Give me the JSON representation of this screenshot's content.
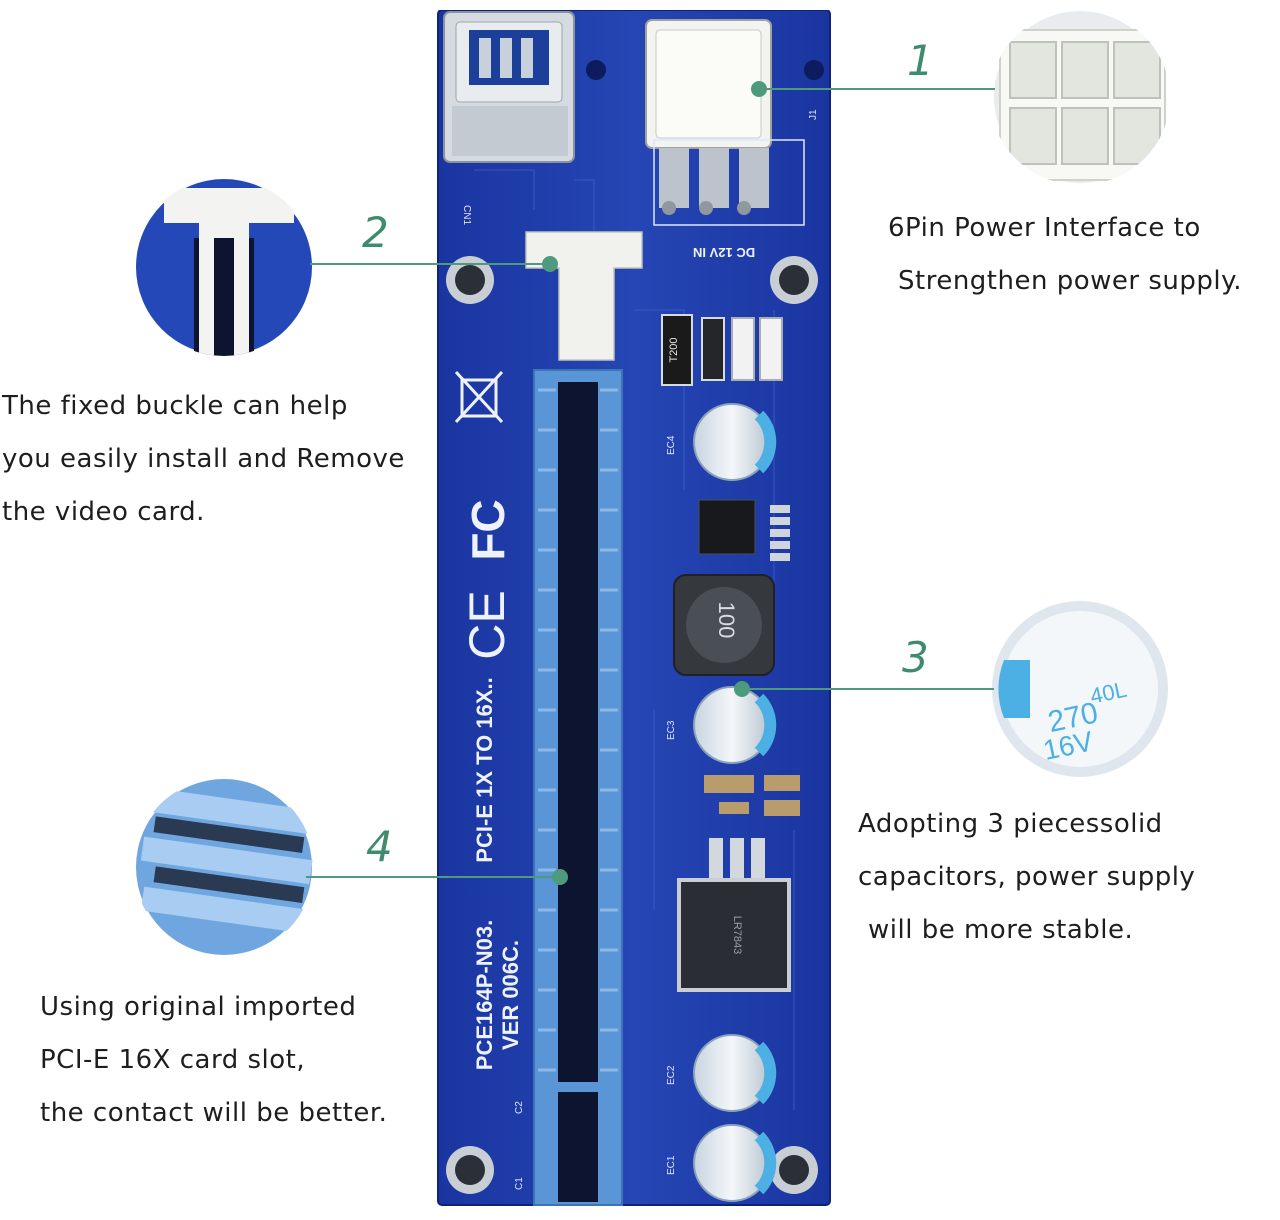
{
  "callouts": {
    "c1": {
      "number": "1",
      "lines": [
        "6Pin Power Interface to",
        "Strengthen power supply."
      ]
    },
    "c2": {
      "number": "2",
      "lines": [
        "The fixed buckle can help",
        "you easily install and Remove",
        "the video card."
      ]
    },
    "c3": {
      "number": "3",
      "lines": [
        "Adopting 3 piecessolid",
        "capacitors, power supply",
        "will be more stable."
      ]
    },
    "c4": {
      "number": "4",
      "lines": [
        "Using original imported",
        "PCI-E 16X card slot,",
        "the contact will be better."
      ]
    }
  },
  "board": {
    "model_text": "PCE164P-N03.",
    "version_text": "VER 006C.",
    "type_text": "PCI-E 1X TO 16X..",
    "power_label": "DC 12V IN",
    "usb_label": "CN1",
    "j1_label": "J1",
    "inductor_value": "100",
    "fuse_value": "T200",
    "mosfet_label": "LR7843",
    "slot_label_c1": "C1",
    "slot_label_c2": "C2",
    "cap_labels": [
      "EC4",
      "EC3",
      "EC2",
      "EC1"
    ],
    "cap_marking": "270 16V",
    "cap_zoom_text": [
      "40L",
      "270",
      "16V"
    ],
    "colors": {
      "pcb": "#1f3fa8",
      "slot": "#5a95d6",
      "leader": "#4e9a7c"
    }
  }
}
